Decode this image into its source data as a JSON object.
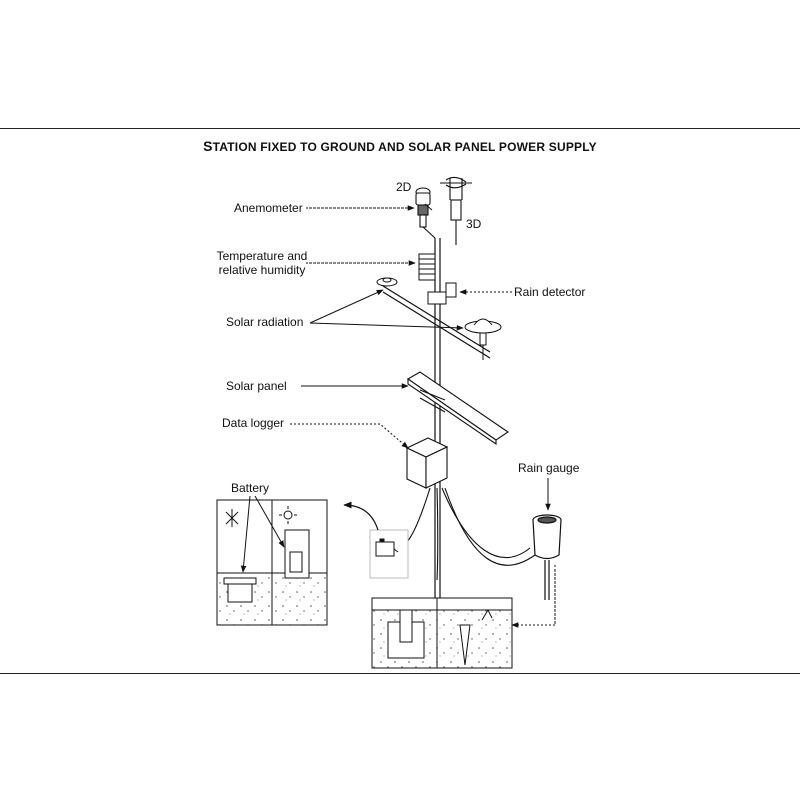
{
  "title": {
    "first_letter": "S",
    "rest": "TATION FIXED TO GROUND AND SOLAR PANEL POWER SUPPLY"
  },
  "labels": {
    "anemometer": "Anemometer",
    "two_d": "2D",
    "three_d": "3D",
    "temp_line1": "Temperature and",
    "temp_line2": "relative humidity",
    "rain_detector": "Rain detector",
    "solar_radiation": "Solar radiation",
    "solar_panel": "Solar panel",
    "data_logger": "Data logger",
    "rain_gauge": "Rain gauge",
    "battery": "Battery"
  }
}
